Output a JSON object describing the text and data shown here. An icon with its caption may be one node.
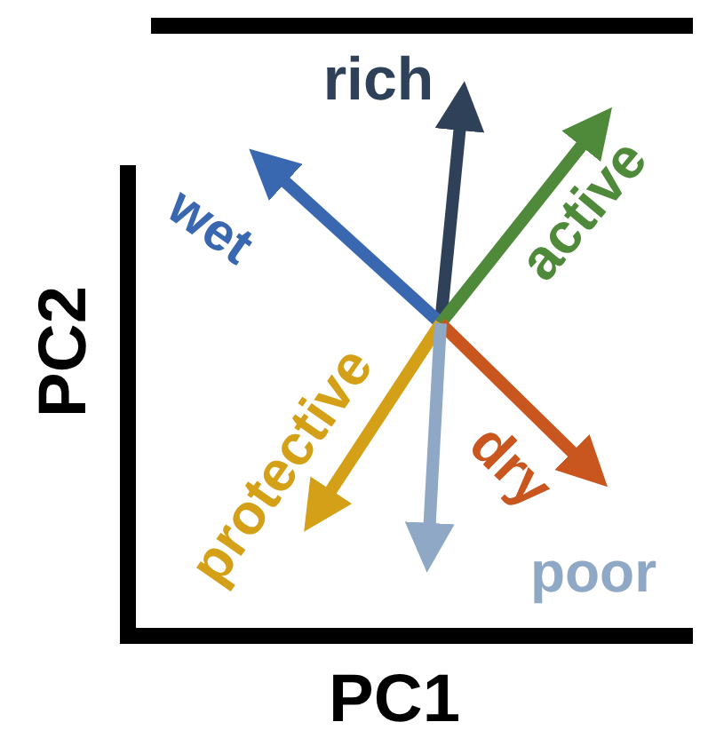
{
  "diagram": {
    "labels": [
      "rich",
      "wet",
      "active",
      "PC2",
      "protective",
      "dry",
      "poor",
      "PC1"
    ]
  }
}
